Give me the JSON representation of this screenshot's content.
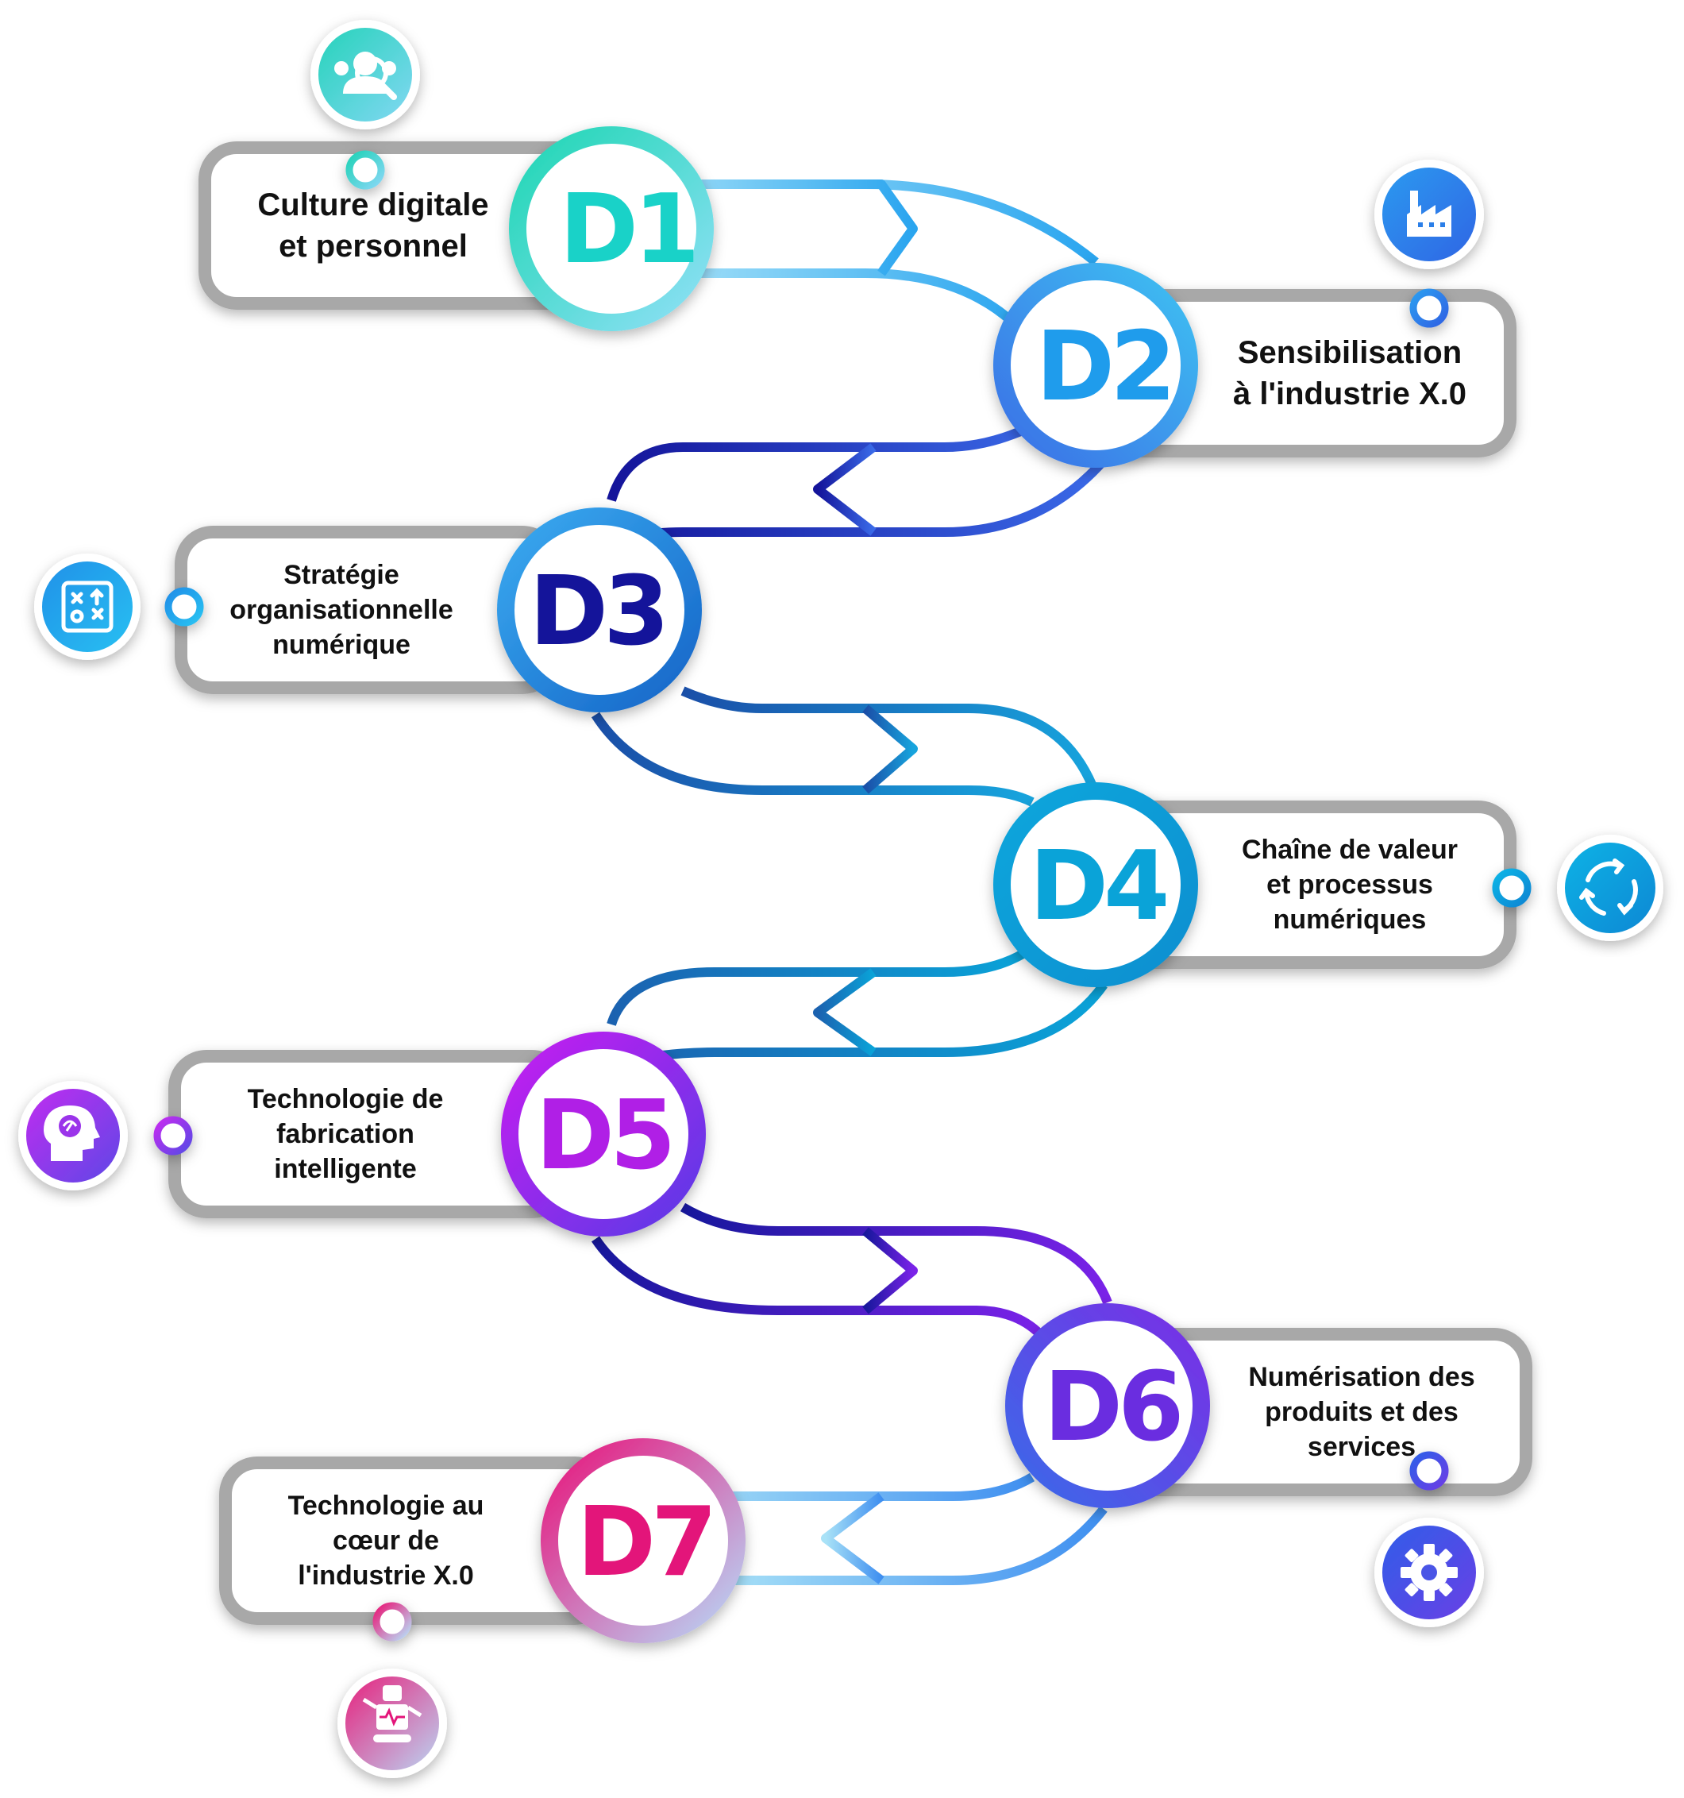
{
  "colors": {
    "teal": "#1ecfbf",
    "sky": "#6fd0f5",
    "blue": "#2ba3ee",
    "navy": "#14149a",
    "cyan": "#0aa3d8",
    "purple": "#a21be8",
    "violet": "#6a2de0",
    "pink": "#e3157a",
    "lightblue": "#a9e2f7"
  },
  "stages": [
    {
      "code": "D1",
      "lines": [
        "Culture digitale",
        "et personnel"
      ],
      "icon": "users-search-icon"
    },
    {
      "code": "D2",
      "lines": [
        "Sensibilisation",
        "à l'industrie X.0"
      ],
      "icon": "factory-icon"
    },
    {
      "code": "D3",
      "lines": [
        "Stratégie",
        "organisationnelle",
        "numérique"
      ],
      "icon": "strategy-board-icon"
    },
    {
      "code": "D4",
      "lines": [
        "Chaîne de valeur",
        "et processus",
        "numériques"
      ],
      "icon": "cycle-arrows-icon"
    },
    {
      "code": "D5",
      "lines": [
        "Technologie de",
        "fabrication",
        "intelligente"
      ],
      "icon": "brain-head-icon"
    },
    {
      "code": "D6",
      "lines": [
        "Numérisation des",
        "produits et des",
        "services"
      ],
      "icon": "gear-icon"
    },
    {
      "code": "D7",
      "lines": [
        "Technologie au",
        "cœur de",
        "l'industrie X.0"
      ],
      "icon": "robot-icon"
    }
  ]
}
